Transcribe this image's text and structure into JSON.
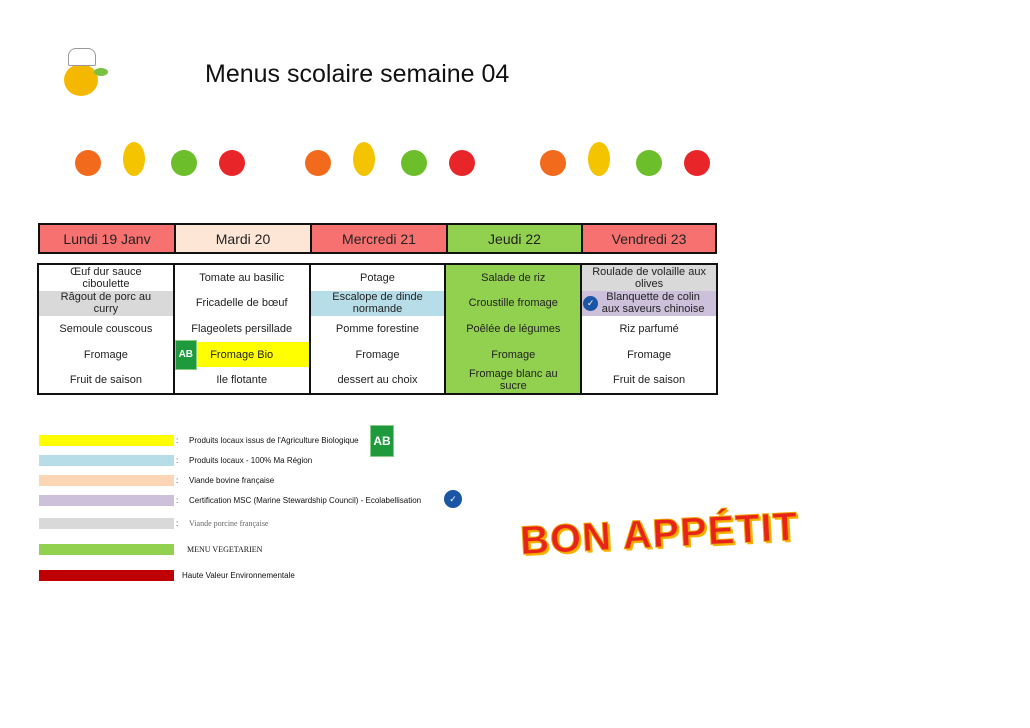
{
  "title": "Menus scolaire semaine 04",
  "days": [
    {
      "label": "Lundi 19 Janv",
      "color": "#f87171",
      "items": [
        "Œuf dur sauce ciboulette",
        "Râgout de porc au curry",
        "Semoule couscous",
        "Fromage",
        "Fruit de saison"
      ]
    },
    {
      "label": "Mardi 20",
      "color": "#fde6d6",
      "items": [
        "Tomate au basilic",
        "Fricadelle de bœuf",
        "Flageolets persillade",
        "Fromage Bio",
        "Ile flotante"
      ]
    },
    {
      "label": "Mercredi 21",
      "color": "#f87171",
      "items": [
        "Potage",
        "Escalope de dinde normande",
        "Pomme forestine",
        "Fromage",
        "dessert au choix"
      ]
    },
    {
      "label": "Jeudi 22",
      "color": "#92d050",
      "items": [
        "Salade de riz",
        "Croustille fromage",
        "Poêlée de légumes",
        "Fromage",
        "Fromage blanc au sucre"
      ]
    },
    {
      "label": "Vendredi 23",
      "color": "#f87171",
      "items": [
        "Roulade de volaille aux olives",
        "Blanquette de colin aux saveurs chinoise",
        "Riz parfumé",
        "Fromage",
        "Fruit de saison"
      ]
    }
  ],
  "legend": [
    {
      "sep": ":",
      "label": "Produits locaux issus de l'Agriculture Biologique",
      "color": "#ffff00"
    },
    {
      "sep": ":",
      "label": "Produits locaux - 100% Ma Région",
      "color": "#b7dde8"
    },
    {
      "sep": ":",
      "label": "Viande bovine française",
      "color": "#fcd5b4"
    },
    {
      "sep": ":",
      "label": "Certification MSC (Marine Stewardship Council) - Ecolabellisation",
      "color": "#ccc0da"
    },
    {
      "sep": ":",
      "label": "Viande porcine française",
      "color": "#d9d9d9"
    },
    {
      "sep": "",
      "label": "MENU VEGETARIEN",
      "color": "#92d050"
    },
    {
      "sep": "",
      "label": "Haute Valeur Environnementale",
      "color": "#c00000"
    }
  ],
  "logo_ab": "AB",
  "bon_appetit": "BON  APPÉTIT"
}
